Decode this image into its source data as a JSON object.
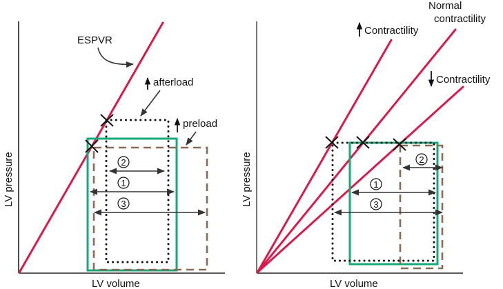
{
  "left_panel": {
    "y_axis_label": "LV pressure",
    "x_axis_label": "LV volume",
    "espvr_label": "ESPVR",
    "afterload_label": "afterload",
    "preload_label": "preload",
    "arrow_up_glyph": "↑",
    "markers": [
      "②",
      "①",
      "③"
    ]
  },
  "right_panel": {
    "y_axis_label": "LV pressure",
    "x_axis_label": "LV volume",
    "increased_label": "Contractility",
    "normal_label_line1": "Normal",
    "normal_label_line2": "contractility",
    "decreased_label": "Contractility",
    "arrow_up_glyph": "↑",
    "arrow_down_glyph": "↓",
    "markers": [
      "②",
      "①",
      "③"
    ]
  },
  "colors": {
    "espvr_line": "#d81b4a",
    "normal_loop": "#17a878",
    "preload_loop": "#8b6a55",
    "afterload_loop": "#111111"
  }
}
